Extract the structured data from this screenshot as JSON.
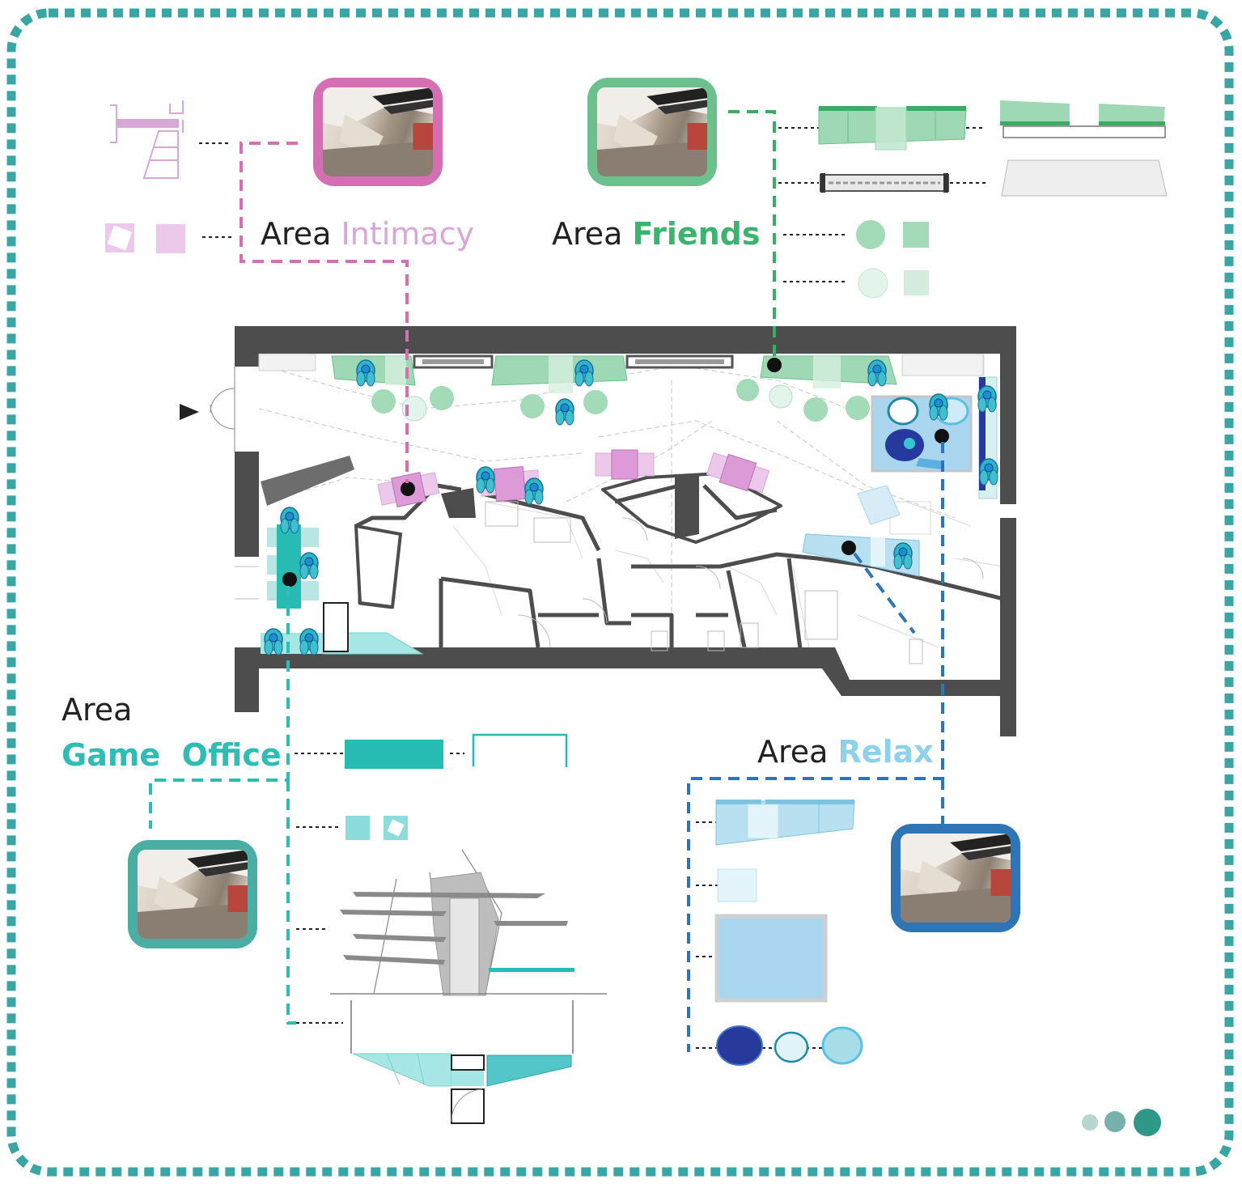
{
  "areas": {
    "intimacy": {
      "prefix": "Area",
      "name": "Intimacy",
      "color": "#d66eb4"
    },
    "friends": {
      "prefix": "Area",
      "name": "Friends",
      "color": "#6cc08e"
    },
    "game_office": {
      "prefix": "Area",
      "name": "Game  Office",
      "color": "#2fbcb4"
    },
    "relax": {
      "prefix": "Area",
      "name": "Relax",
      "color": "#2f74b4"
    }
  },
  "colors": {
    "frame": "#3aa5a5",
    "wall": "#4d4d4d",
    "intimacy_light": "#e8c6e6",
    "friends_light": "#9fd8b4",
    "game_dark": "#26bcb4",
    "relax_light": "#a8d6ee",
    "relax_dark": "#233a9a"
  },
  "icons": [
    "entrance-arrow-icon",
    "person-seat-icon",
    "pager-dots-icon"
  ]
}
